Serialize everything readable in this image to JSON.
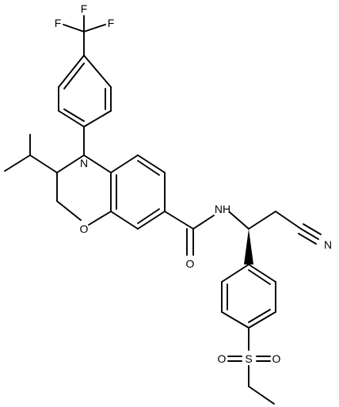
{
  "atoms": {
    "f_top": "F",
    "f_left": "F",
    "f_right": "F",
    "n_ring": "N",
    "o_ring": "O",
    "nh": "NH",
    "o_carbonyl": "O",
    "n_nitrile": "N",
    "s": "S",
    "o_sulfonyl_left": "O",
    "o_sulfonyl_right": "O"
  }
}
